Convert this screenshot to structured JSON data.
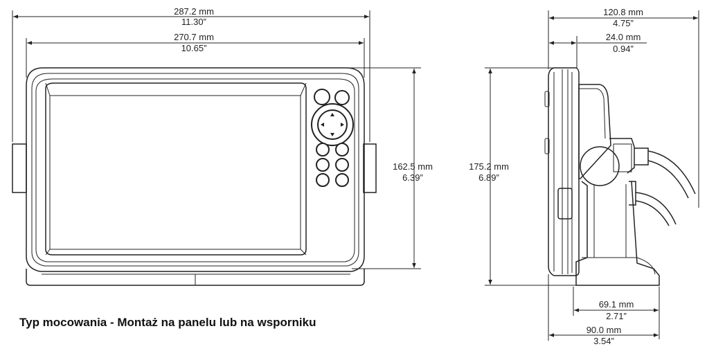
{
  "front_view": {
    "overall_width": {
      "mm": "287.2 mm",
      "inch": "11.30”"
    },
    "body_width": {
      "mm": "270.7 mm",
      "inch": "10.65”"
    },
    "body_height": {
      "mm": "162.5 mm",
      "inch": "6.39”"
    }
  },
  "side_view": {
    "overall_depth": {
      "mm": "120.8 mm",
      "inch": "4.75”"
    },
    "bezel_depth": {
      "mm": "24.0 mm",
      "inch": "0.94”"
    },
    "overall_height": {
      "mm": "175.2 mm",
      "inch": "6.89”"
    },
    "base_depth_inner": {
      "mm": "69.1 mm",
      "inch": "2.71”"
    },
    "base_depth_outer": {
      "mm": "90.0 mm",
      "inch": "3.54”"
    }
  },
  "caption": "Typ mocowania - Montaż na panelu lub na wsporniku"
}
